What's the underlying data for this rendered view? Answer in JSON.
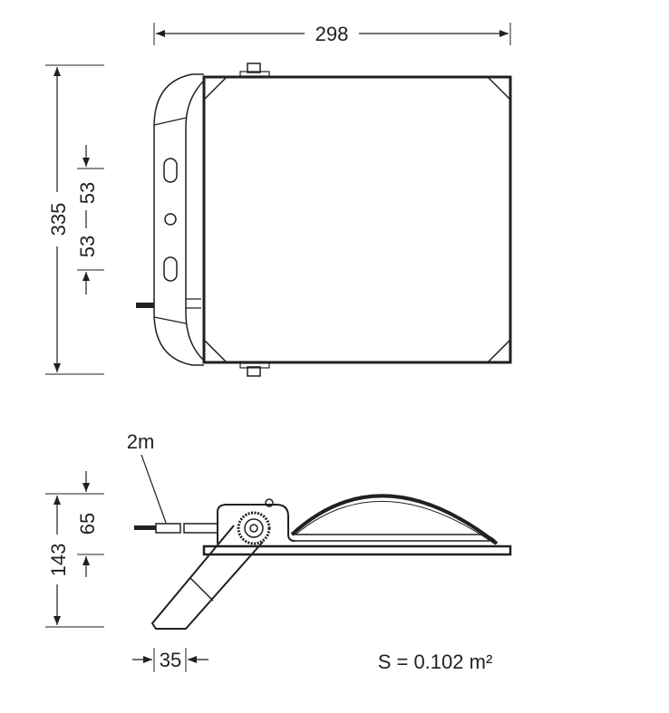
{
  "top_view": {
    "width_label": "298",
    "height_label": "335",
    "spacing_upper_label": "53",
    "spacing_lower_label": "53"
  },
  "side_view": {
    "cable_label": "2m",
    "height_label": "143",
    "mount_height_label": "65",
    "bracket_width_label": "35"
  },
  "surface_area_label": "S = 0.102 m²",
  "colors": {
    "line": "#231f20",
    "background": "#ffffff"
  }
}
